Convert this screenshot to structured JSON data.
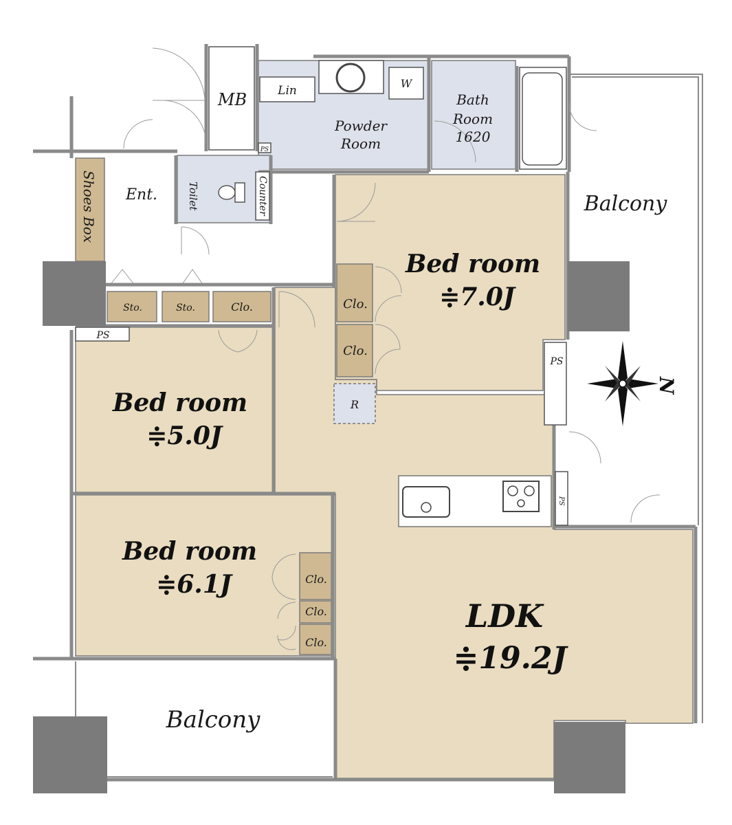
{
  "rooms": {
    "mb": "MB",
    "lin": "Lin",
    "washer": "W",
    "powder_room_1": "Powder",
    "powder_room_2": "Room",
    "bath_1": "Bath",
    "bath_2": "Room",
    "bath_3": "1620",
    "ps_top": "PS",
    "shoes_box": "Shoes Box",
    "entrance": "Ent.",
    "toilet": "Toilet",
    "counter": "Counter",
    "balcony_right": "Balcony",
    "bedroom_7_name": "Bed room",
    "bedroom_7_size": "≑7.0J",
    "clo_a": "Clo.",
    "clo_b": "Clo.",
    "sto_1": "Sto.",
    "sto_2": "Sto.",
    "clo_hall": "Clo.",
    "ps_left": "PS",
    "ps_right": "PS",
    "ps_kitchen": "PS",
    "fridge": "R",
    "bedroom_5_name": "Bed room",
    "bedroom_5_size": "≑5.0J",
    "bedroom_6_name": "Bed room",
    "bedroom_6_size": "≑6.1J",
    "clo_c": "Clo.",
    "clo_d": "Clo.",
    "clo_e": "Clo.",
    "ldk_name": "LDK",
    "ldk_size": "≑19.2J",
    "balcony_bottom": "Balcony"
  },
  "compass": {
    "north_label": "N"
  },
  "colors": {
    "room_tan": "#e9dcc0",
    "wet_area": "#dde1ec",
    "storage": "#cfb992",
    "column": "#7b7b7b",
    "wall": "#8d8d8d"
  }
}
